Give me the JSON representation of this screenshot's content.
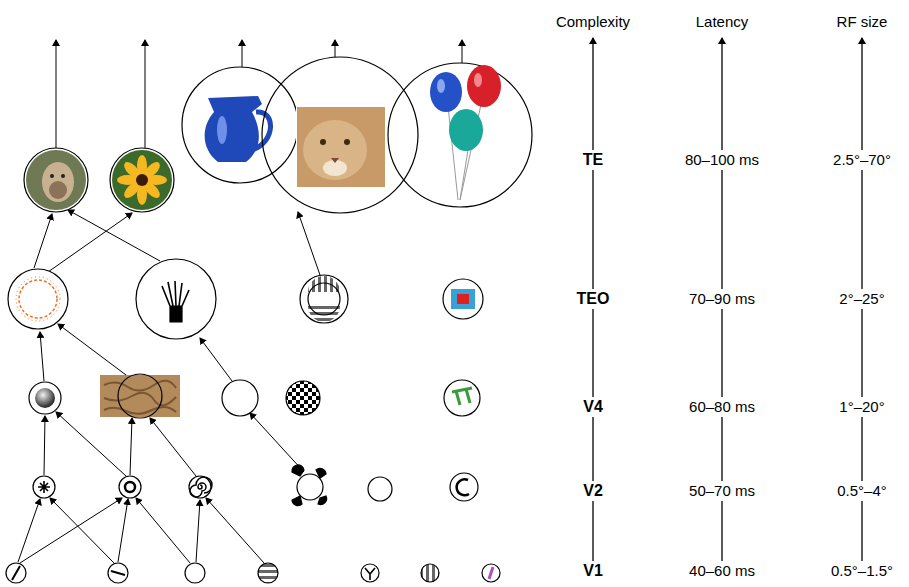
{
  "diagram": {
    "labels": [
      "Complexity",
      "Latency",
      "RF size",
      "TE",
      "80–100 ms",
      "2.5°–70°",
      "TEO",
      "70–90 ms",
      "2°–25°",
      "V4",
      "60–80 ms",
      "1°–20°",
      "V2",
      "50–70 ms",
      "0.5°–4°",
      "V1",
      "40–60 ms",
      "0.5°–1.5°"
    ]
  }
}
